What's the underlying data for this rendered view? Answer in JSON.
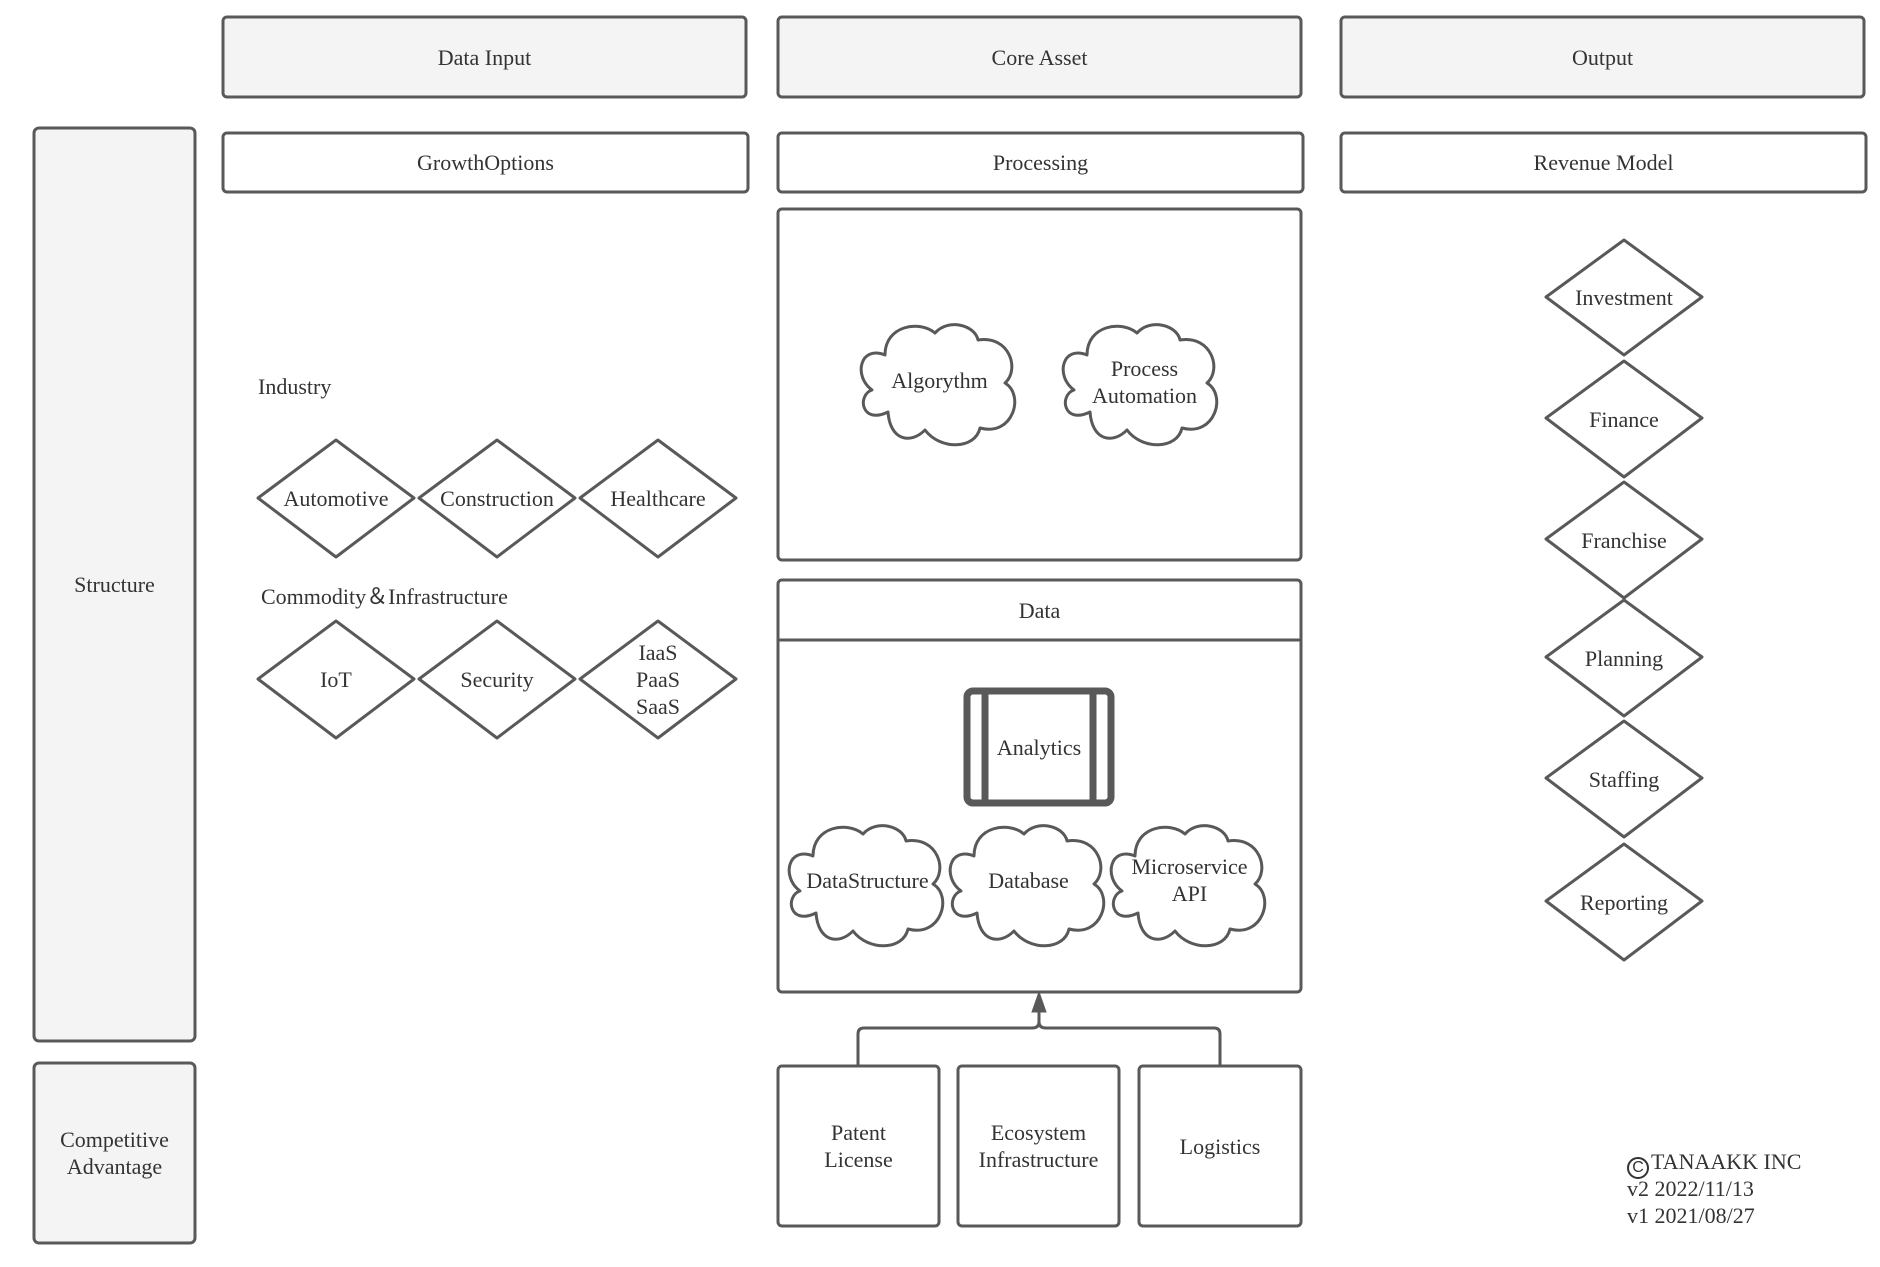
{
  "headers": {
    "data_input": "Data Input",
    "core_asset": "Core Asset",
    "output": "Output",
    "growth_options": "GrowthOptions",
    "processing": "Processing",
    "revenue_model": "Revenue Model"
  },
  "rows": {
    "structure": "Structure",
    "competitive_advantage": "Competitive\nAdvantage"
  },
  "growth": {
    "industry_label": "Industry",
    "industry_items": [
      "Automotive",
      "Construction",
      "Healthcare"
    ],
    "commodity_label": "Commodity＆Infrastructure",
    "commodity_items": [
      "IoT",
      "Security",
      "IaaS\nPaaS\nSaaS"
    ]
  },
  "processing": {
    "items": [
      "Algorythm",
      "Process\nAutomation"
    ]
  },
  "data": {
    "title": "Data",
    "analytics": "Analytics",
    "items": [
      "DataStructure",
      "Database",
      "Microservice\nAPI"
    ]
  },
  "advantages": [
    "Patent\nLicense",
    "Ecosystem\nInfrastructure",
    "Logistics"
  ],
  "revenue": [
    "Investment",
    "Finance",
    "Franchise",
    "Planning",
    "Staffing",
    "Reporting"
  ],
  "footer": {
    "copyright_symbol": "C",
    "company": "TANAAKK INC",
    "v2": "v2 2022/11/13",
    "v1": "v1 2021/08/27"
  },
  "colors": {
    "stroke": "#595959",
    "header_fill": "#f4f4f4",
    "text": "#333333"
  }
}
